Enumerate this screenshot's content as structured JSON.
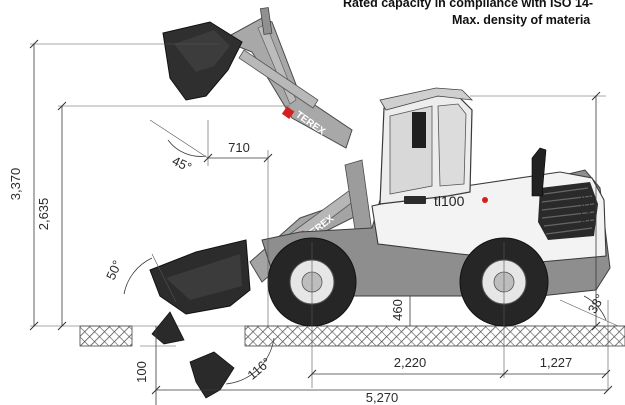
{
  "header": {
    "rated_capacity": "Rated capacity in compliance with ISO 14-",
    "max_density": "Max. density of materia"
  },
  "machine": {
    "brand_label": "TEREX",
    "model_label": "tl100"
  },
  "dimensions": {
    "overall_height_raised": "3,370",
    "hinge_pin_height": "2,635",
    "cab_height": "2,765",
    "reach": "710",
    "dump_angle": "45°",
    "rollback_angle_ground": "50°",
    "ground_clearance": "460",
    "digging_depth": "100",
    "rollback_angle_low": "116°",
    "departure_angle": "38°",
    "wheelbase": "2,220",
    "rear_overhang": "1,227",
    "overall_length": "5,270"
  },
  "colors": {
    "body": "#f4f4f4",
    "boom": "#9a9a9a",
    "boom_dark": "#6d6d6d",
    "bucket": "#2d2d2d",
    "tire": "#262626",
    "rim": "#e6e6e6",
    "accent": "#d6201f"
  }
}
